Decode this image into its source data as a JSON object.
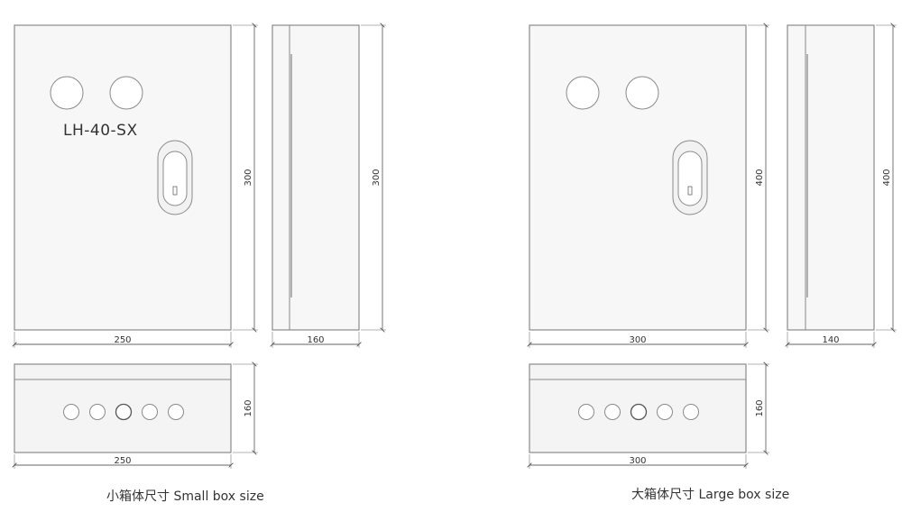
{
  "small": {
    "model_label": "LH-40-SX",
    "front_width": "250",
    "front_height": "300",
    "side_height": "300",
    "side_depth": "160",
    "bottom_width": "250",
    "bottom_depth": "160",
    "caption": "小箱体尺寸 Small box size"
  },
  "large": {
    "front_width": "300",
    "front_height": "400",
    "side_height": "400",
    "side_depth": "140",
    "bottom_width": "300",
    "bottom_depth": "160",
    "caption": "大箱体尺寸 Large box size"
  }
}
